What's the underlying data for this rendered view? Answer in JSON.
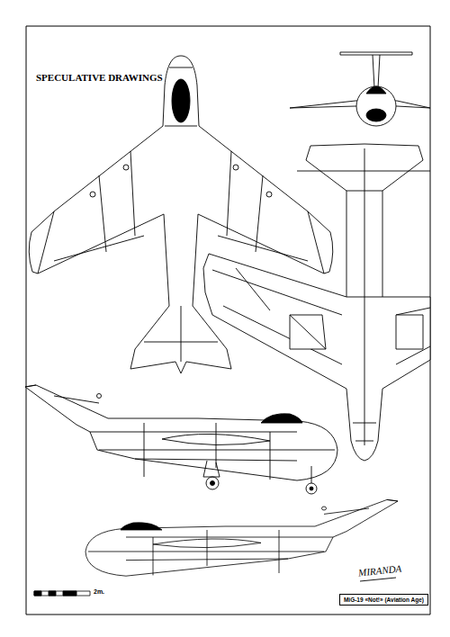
{
  "diagram": {
    "title": "SPECULATIVE DRAWINGS",
    "caption": "MiG-19 «Not!» (Aviation Age)",
    "labels": [
      "2m.",
      "MIRANDA"
    ]
  }
}
